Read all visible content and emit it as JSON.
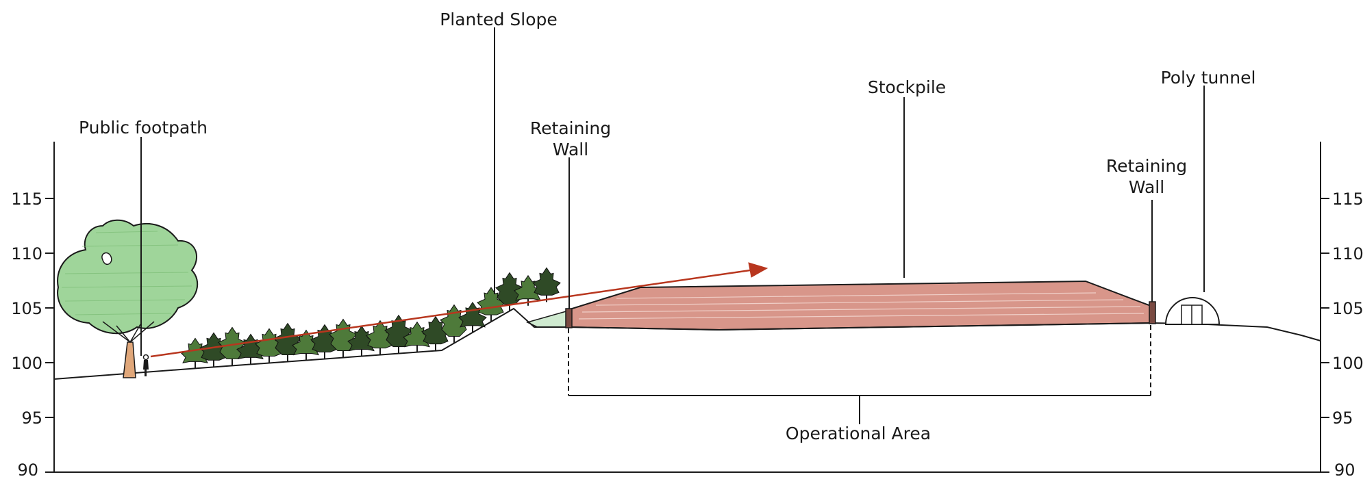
{
  "labels": {
    "public_footpath": "Public footpath",
    "planted_slope": "Planted Slope",
    "retaining_wall_left": [
      "Retaining",
      "Wall"
    ],
    "stockpile": "Stockpile",
    "poly_tunnel": "Poly tunnel",
    "retaining_wall_right": [
      "Retaining",
      "Wall"
    ],
    "operational_area": "Operational Area"
  },
  "axis": {
    "left_ticks": [
      "115",
      "110",
      "105",
      "100",
      "95",
      "90"
    ],
    "right_ticks": [
      "115",
      "110",
      "105",
      "100",
      "95",
      "90"
    ]
  },
  "colors": {
    "tree_canopy": "#9fd59a",
    "tree_trunk": "#e0a77a",
    "hedge_dark": "#2f4a26",
    "hedge_mid": "#4e7a3a",
    "stockpile": "#d8968a",
    "retaining_wall": "#7a4a42",
    "sightline_arrow": "#b8361e",
    "ground_line": "#1a1a1a",
    "slope_fill": "#cfead0"
  },
  "icons": {
    "tree": "tree-icon",
    "person": "person-icon",
    "hedgerow": "hedgerow-icon",
    "poly_tunnel": "poly-tunnel-icon",
    "sightline": "arrow-right-icon"
  }
}
